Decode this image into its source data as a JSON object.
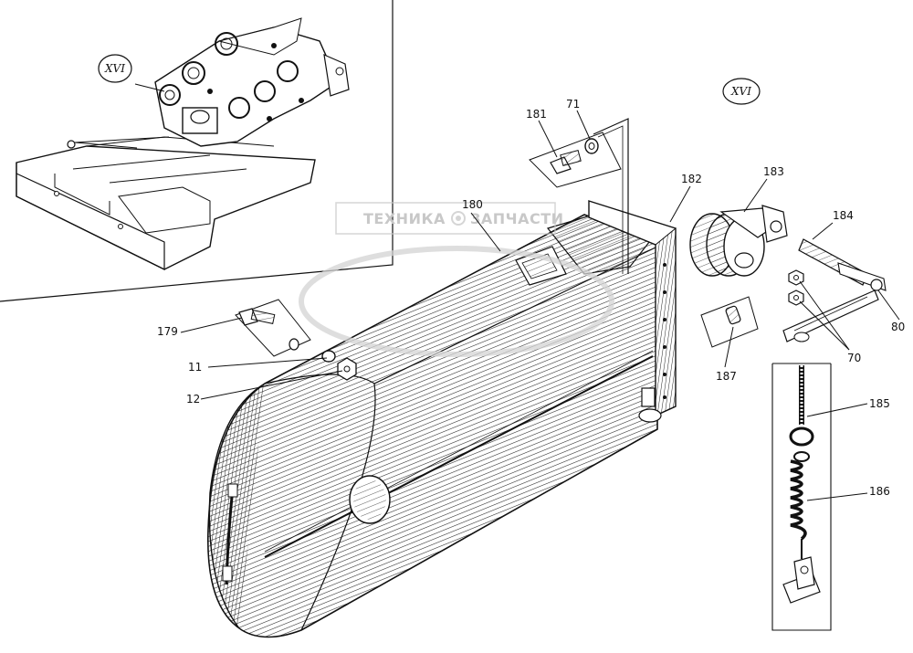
{
  "section_marks": [
    "XVI",
    "XVI"
  ],
  "watermark": {
    "left": "ТЕХНИКА",
    "right": "ЗАПЧАСТИ"
  },
  "callouts": [
    {
      "id": "c179",
      "text": "179"
    },
    {
      "id": "c11",
      "text": "11"
    },
    {
      "id": "c12",
      "text": "12"
    },
    {
      "id": "c180",
      "text": "180"
    },
    {
      "id": "c181",
      "text": "181"
    },
    {
      "id": "c71",
      "text": "71"
    },
    {
      "id": "c182",
      "text": "182"
    },
    {
      "id": "c183",
      "text": "183"
    },
    {
      "id": "c184",
      "text": "184"
    },
    {
      "id": "c80",
      "text": "80"
    },
    {
      "id": "c70",
      "text": "70"
    },
    {
      "id": "c187",
      "text": "187"
    },
    {
      "id": "c185",
      "text": "185"
    },
    {
      "id": "c186",
      "text": "186"
    }
  ]
}
